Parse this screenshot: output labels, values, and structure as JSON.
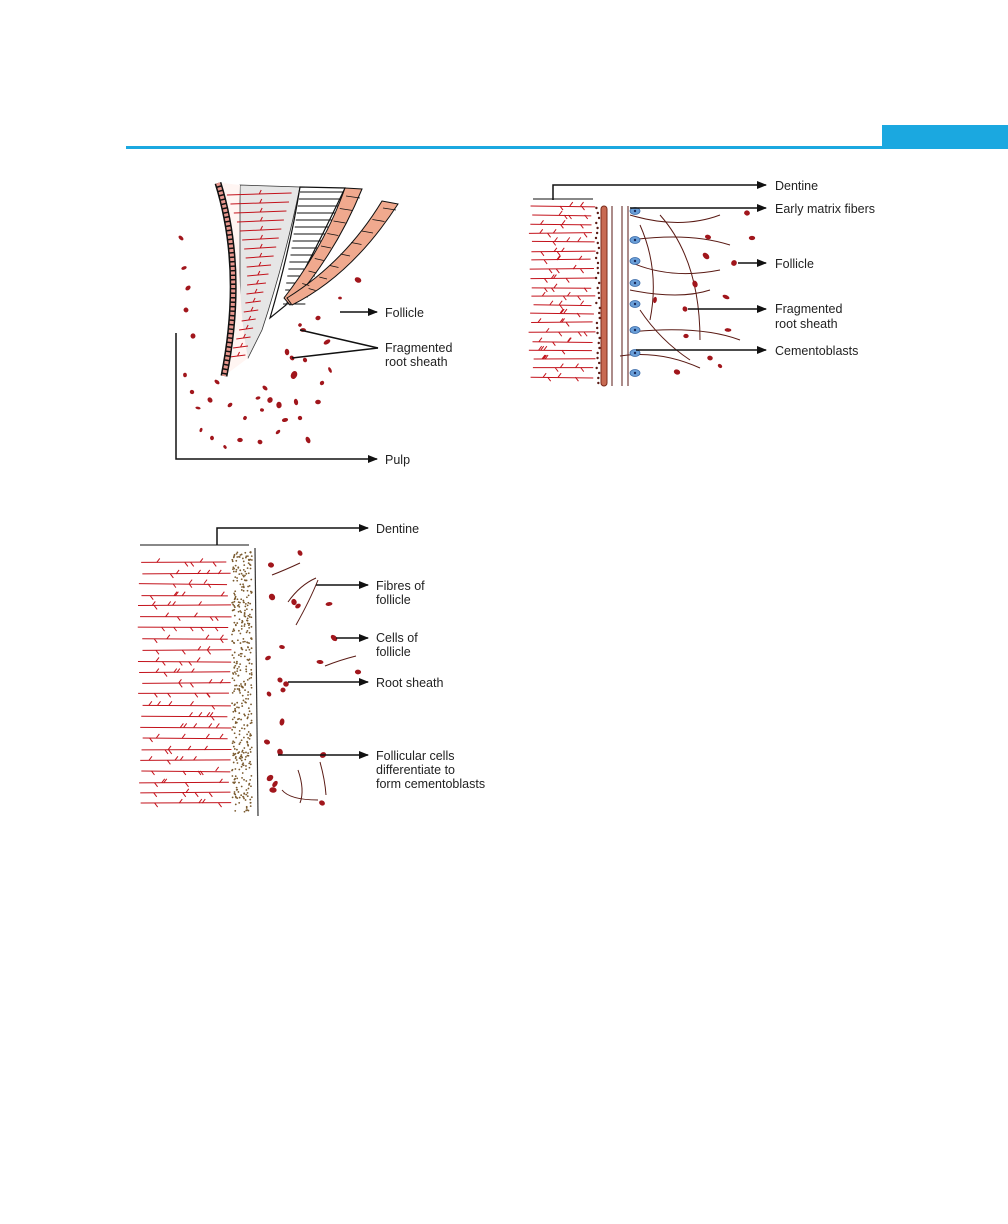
{
  "colors": {
    "accent": "#1ba8e0",
    "tissue_red": "#c3121b",
    "cell_red": "#a1161c",
    "enamel_fill": "#f0a98e",
    "cell_blue": "#6a9fd8",
    "line": "#111111",
    "fiber": "#5a1a14",
    "granule": "#7a5a2e"
  },
  "figure_a": {
    "labels": {
      "follicle": "Follicle",
      "fragmented_1": "Fragmented",
      "fragmented_2": "root sheath",
      "pulp": "Pulp"
    }
  },
  "figure_b": {
    "labels": {
      "dentine": "Dentine",
      "early_matrix": "Early matrix fibers",
      "follicle": "Follicle",
      "fragmented_1": "Fragmented",
      "fragmented_2": "root sheath",
      "cementoblasts": "Cementoblasts"
    }
  },
  "figure_c": {
    "labels": {
      "dentine": "Dentine",
      "fibres_1": "Fibres of",
      "fibres_2": "follicle",
      "cells_1": "Cells of",
      "cells_2": "follicle",
      "root_sheath": "Root sheath",
      "follicular_1": "Follicular cells",
      "follicular_2": "differentiate to",
      "follicular_3": "form cementoblasts"
    }
  }
}
